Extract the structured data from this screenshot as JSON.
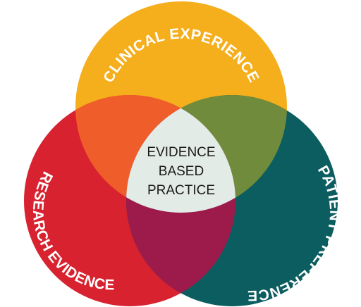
{
  "diagram": {
    "circles": [
      {
        "id": "clinical",
        "label": "CLINICAL EXPERIENCE",
        "color": "#F5AE1C"
      },
      {
        "id": "research",
        "label": "RESEARCH EVIDENCE",
        "color": "#D8222F"
      },
      {
        "id": "patient",
        "label": "PATIENT PREFERENCE",
        "color": "#0B5D60"
      }
    ],
    "overlaps": {
      "clinical_research": "#EF5E2A",
      "clinical_patient": "#6F8B3B",
      "research_patient": "#9C1B4B",
      "all_three": "#E3EBE7"
    },
    "center": {
      "line1": "EVIDENCE",
      "line2": "BASED",
      "line3": "PRACTICE"
    }
  }
}
